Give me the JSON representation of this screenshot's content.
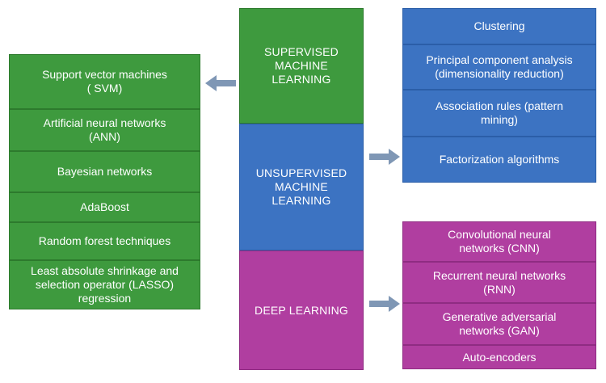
{
  "categories": {
    "supervised": "SUPERVISED\nMACHINE\nLEARNING",
    "unsupervised": "UNSUPERVISED\nMACHINE\nLEARNING",
    "deep": "DEEP LEARNING"
  },
  "supervised_items": [
    "Support vector machines\n( SVM)",
    "Artificial neural networks\n(ANN)",
    "Bayesian networks",
    "AdaBoost",
    "Random forest techniques",
    "Least absolute shrinkage and\nselection operator (LASSO)\nregression"
  ],
  "unsupervised_items": [
    "Clustering",
    "Principal component analysis\n(dimensionality reduction)",
    "Association rules (pattern\nmining)",
    "Factorization algorithms"
  ],
  "deep_items": [
    "Convolutional neural\nnetworks (CNN)",
    "Recurrent neural networks\n(RNN)",
    "Generative adversarial\nnetworks (GAN)",
    "Auto-encoders"
  ],
  "colors": {
    "green": "#3e9a3e",
    "blue": "#3c73c2",
    "purple": "#b03ea0",
    "arrow": "#7f97b5"
  }
}
